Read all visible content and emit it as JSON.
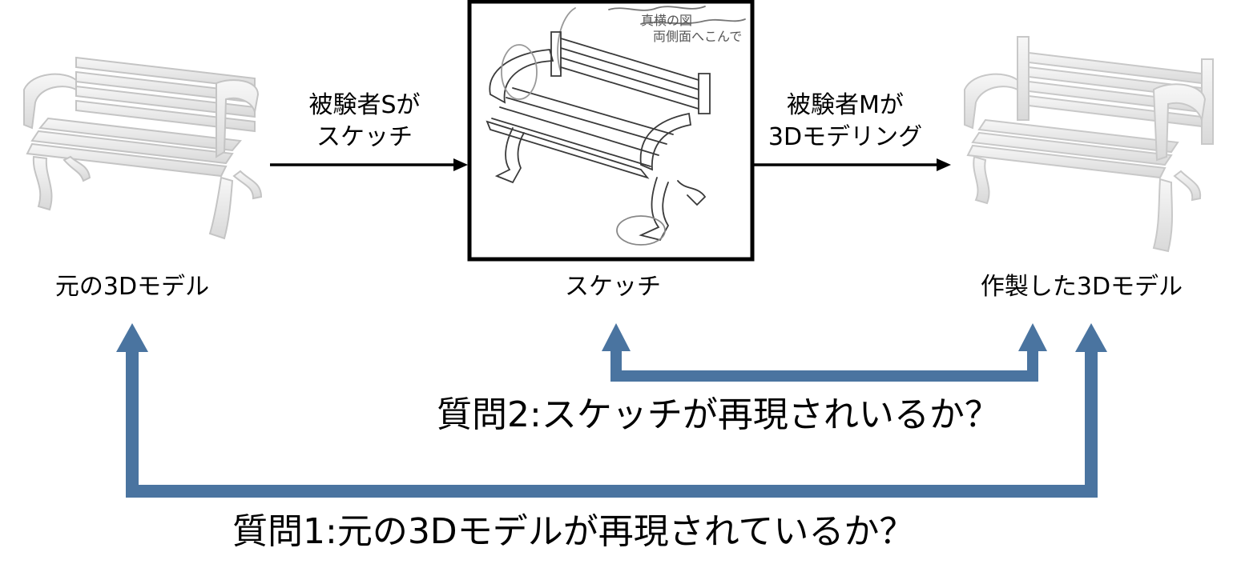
{
  "nodes": {
    "original": {
      "label": "元の3Dモデル"
    },
    "sketch": {
      "label": "スケッチ",
      "handwritten_notes": [
        "真横の図",
        "両側面へこんで"
      ]
    },
    "created": {
      "label": "作製した3Dモデル"
    }
  },
  "edges": {
    "sketch_step": {
      "line1": "被験者Sが",
      "line2": "スケッチ"
    },
    "model_step": {
      "line1": "被験者Mが",
      "line2": "3Dモデリング"
    }
  },
  "questions": {
    "q2": "質問2:スケッチが再現されいるか？",
    "q1": "質問1:元の3Dモデルが再現されているか？"
  },
  "colors": {
    "question_arrow": "#4a74a0",
    "flow_arrow": "#000000",
    "bench_fill": "#ececec",
    "bench_stroke": "#c8c8c8"
  }
}
